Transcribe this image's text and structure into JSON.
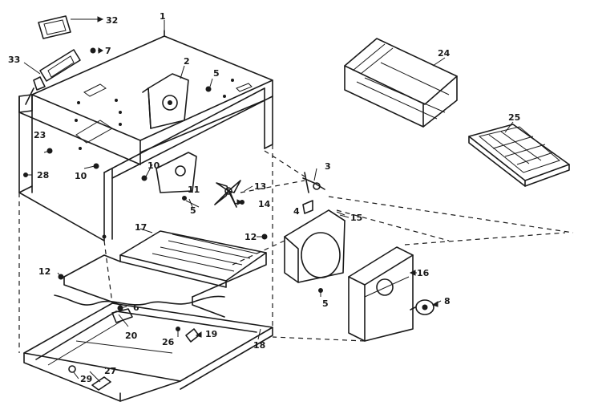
{
  "diagram": {
    "callouts": {
      "n1": "1",
      "n2": "2",
      "n3": "3",
      "n4": "4",
      "n5a": "5",
      "n5b": "5",
      "n5c": "5",
      "n6": "6",
      "n7": "7",
      "n8": "8",
      "n10a": "10",
      "n10b": "10",
      "n11": "11",
      "n12a": "12",
      "n12b": "12",
      "n13": "13",
      "n14": "14",
      "n15": "15",
      "n16": "16",
      "n17": "17",
      "n18": "18",
      "n19": "19",
      "n20": "20",
      "n23": "23",
      "n24": "24",
      "n25": "25",
      "n26": "26",
      "n27": "27",
      "n28": "28",
      "n29": "29",
      "n32": "32",
      "n33": "33"
    }
  }
}
